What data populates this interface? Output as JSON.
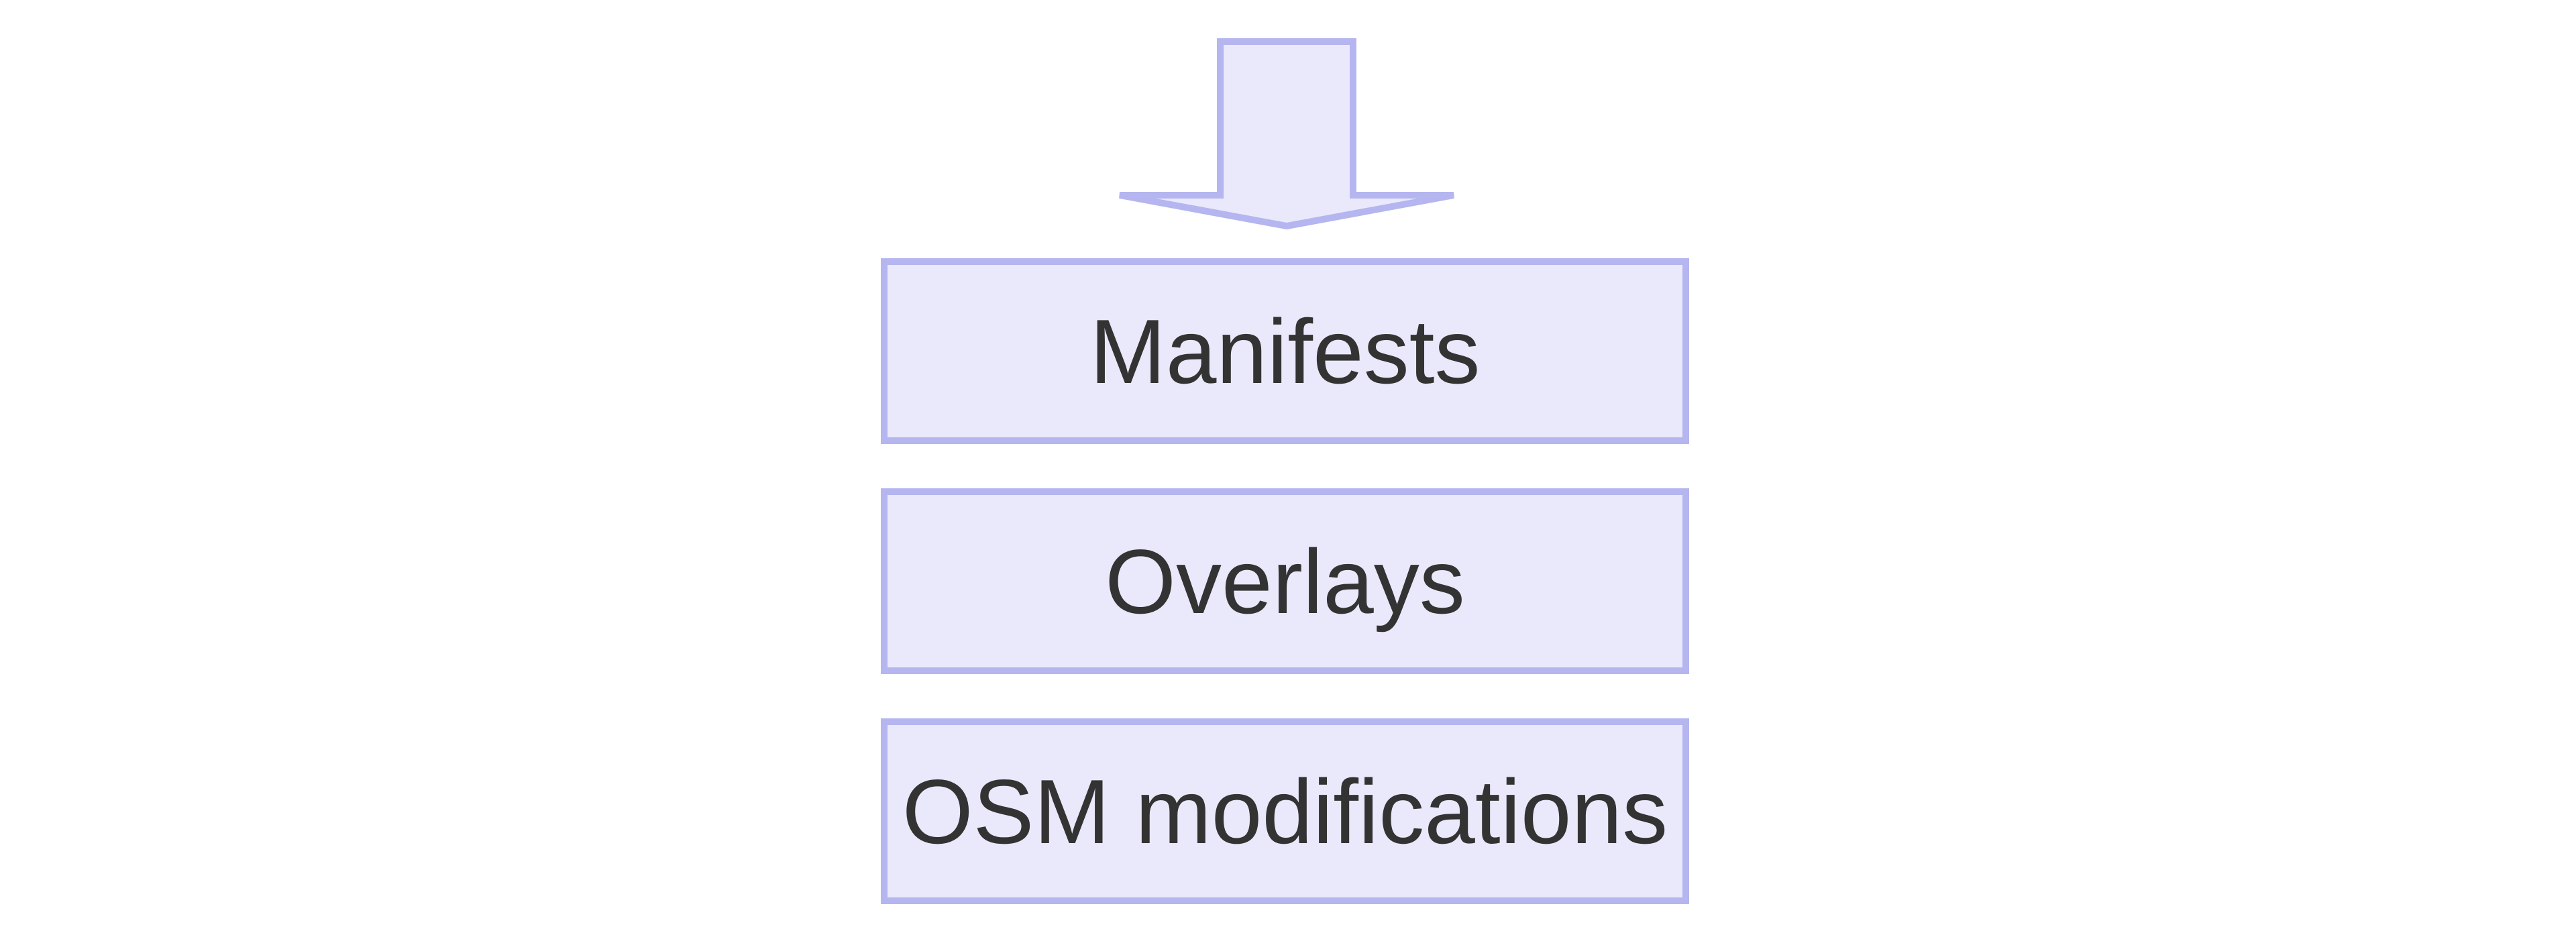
{
  "diagram": {
    "arrow": {
      "name": "flow-down-arrow",
      "direction": "down"
    },
    "nodes": [
      {
        "id": "manifests",
        "label": "Manifests"
      },
      {
        "id": "overlays",
        "label": "Overlays"
      },
      {
        "id": "osm-modifications",
        "label": "OSM modifications"
      }
    ],
    "colors": {
      "background": "#ffffff",
      "node_fill": "#e9e9fb",
      "node_border": "#b5b5f0",
      "arrow_fill": "#e9e9fb",
      "arrow_border": "#b5b5f0",
      "text": "#333333"
    }
  }
}
